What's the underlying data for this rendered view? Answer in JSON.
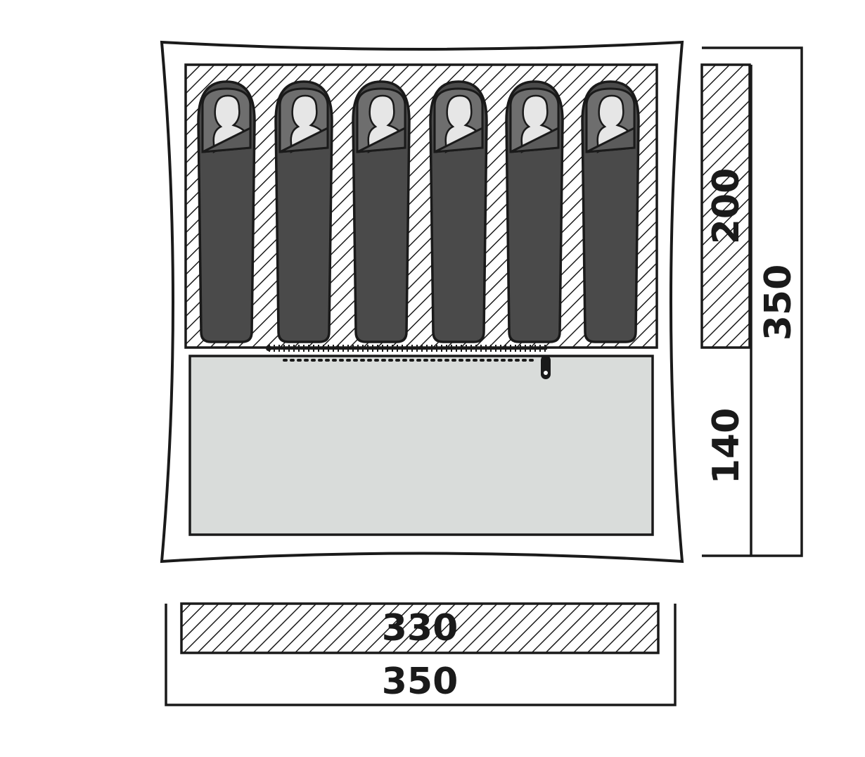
{
  "diagram": {
    "sleeping_bag_count": 6,
    "colors": {
      "outline": "#1a1a1a",
      "hatch": "#1a1a1a",
      "bag": "#4a4a4a",
      "bag_fold": "#6e6e6e",
      "person": "#e6e6e6",
      "living_area": "#d9dcda",
      "background": "#ffffff"
    },
    "dimensions": {
      "bedroom_depth": "200",
      "living_depth": "140",
      "total_depth": "350",
      "bedroom_width": "330",
      "total_width": "350"
    }
  }
}
